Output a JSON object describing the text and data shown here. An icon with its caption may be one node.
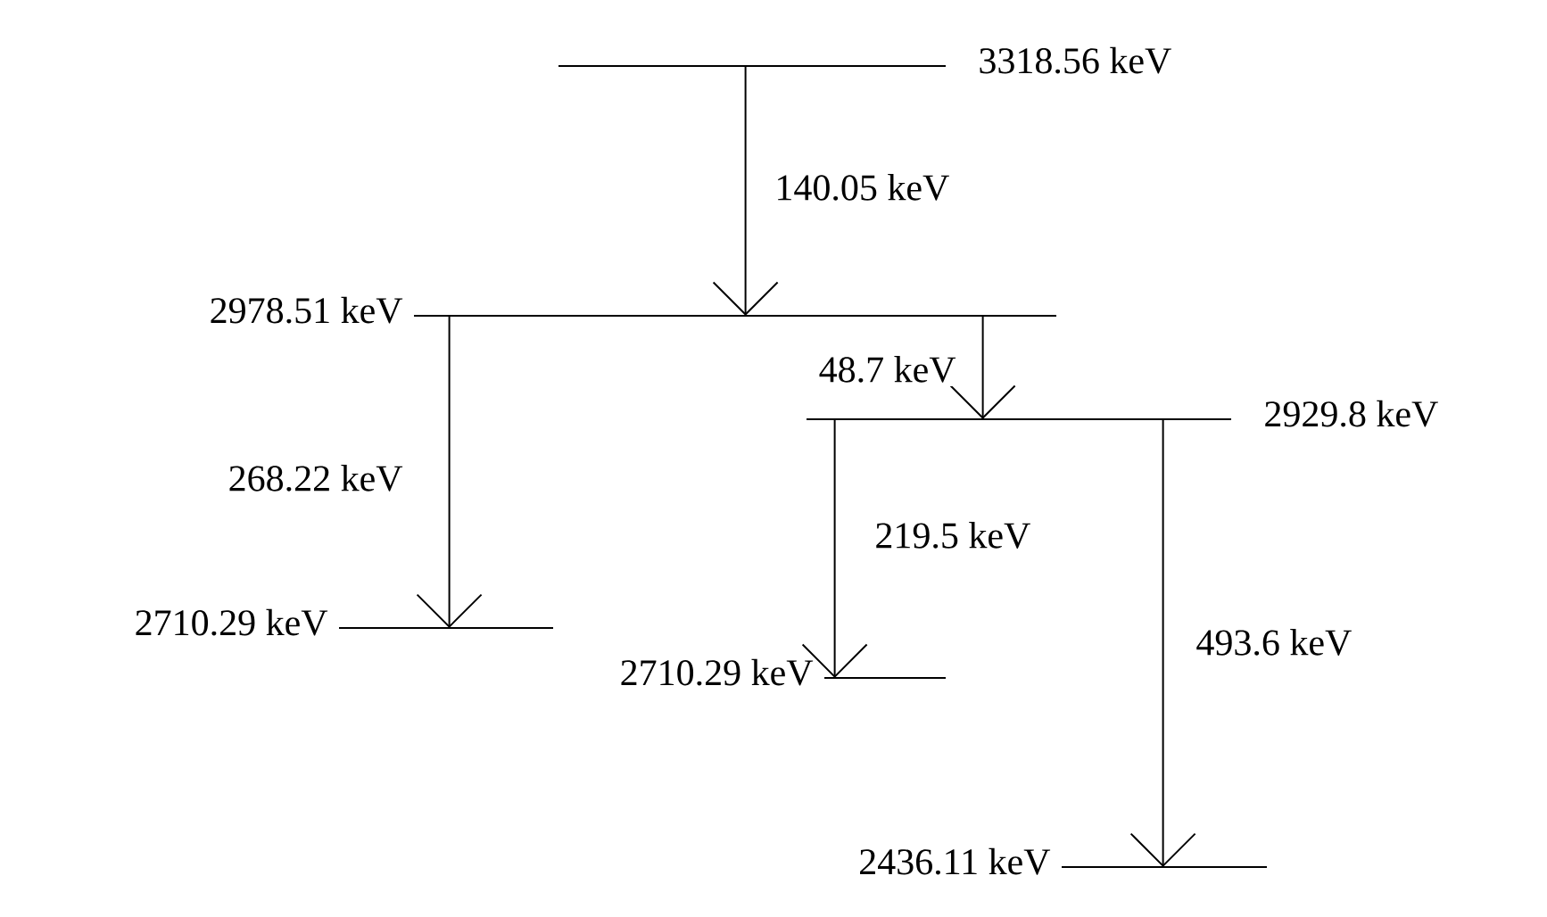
{
  "diagram": {
    "nodes": [
      {
        "text": [
          "3318.56 keV"
        ]
      },
      {
        "text": [
          "2978.51 keV"
        ]
      },
      {
        "text": [
          "2929.8 keV"
        ]
      },
      {
        "text": [
          "2710.29 keV"
        ]
      },
      {
        "text": [
          "2710.29 keV"
        ]
      },
      {
        "text": [
          "2436.11 keV"
        ]
      }
    ],
    "edges": [
      {
        "from": 0,
        "to": 1,
        "arrow": "to",
        "label": "140.05 keV"
      },
      {
        "from": 1,
        "to": 3,
        "arrow": "to",
        "label": "268.22 keV"
      },
      {
        "from": 1,
        "to": 2,
        "arrow": "to",
        "label": "48.7 keV"
      },
      {
        "from": 2,
        "to": 4,
        "arrow": "to",
        "label": "219.5 keV"
      },
      {
        "from": 2,
        "to": 5,
        "arrow": "to",
        "label": "493.6 keV"
      }
    ]
  }
}
